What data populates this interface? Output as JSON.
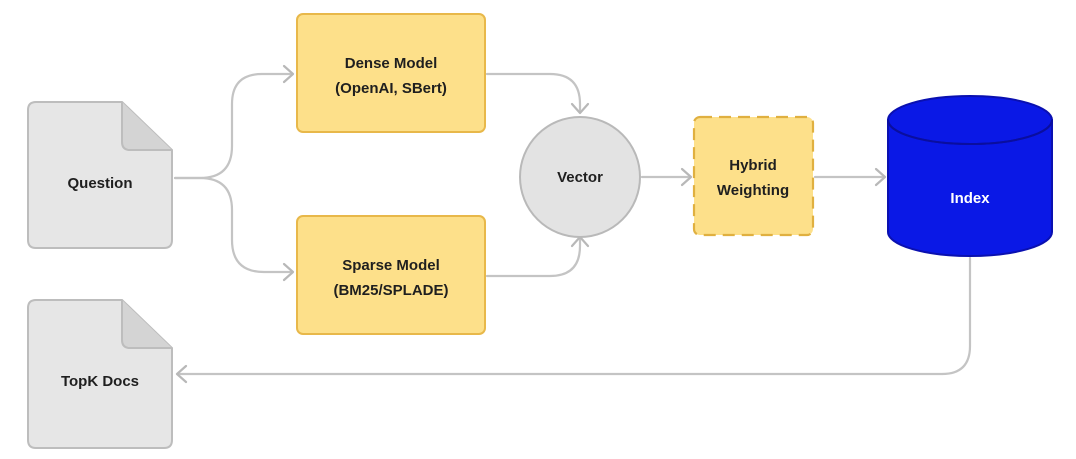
{
  "nodes": {
    "question": {
      "label": "Question"
    },
    "dense_model": {
      "line1": "Dense Model",
      "line2": "(OpenAI, SBert)"
    },
    "sparse_model": {
      "line1": "Sparse Model",
      "line2": "(BM25/SPLADE)"
    },
    "vector": {
      "label": "Vector"
    },
    "hybrid_weighting": {
      "line1": "Hybrid",
      "line2": "Weighting"
    },
    "index": {
      "label": "Index"
    },
    "topk_docs": {
      "label": "TopK Docs"
    }
  },
  "colors": {
    "document_fill": "#e6e6e6",
    "document_stroke": "#bdbdbd",
    "model_fill": "#fde08a",
    "model_stroke": "#e8b84a",
    "vector_fill": "#e3e3e3",
    "vector_stroke": "#b9b9b9",
    "index_fill": "#0a18e6",
    "index_stroke": "#0a10b0",
    "edge": "#c4c4c4"
  },
  "edges": [
    {
      "from": "question",
      "to": "dense_model"
    },
    {
      "from": "question",
      "to": "sparse_model"
    },
    {
      "from": "dense_model",
      "to": "vector"
    },
    {
      "from": "sparse_model",
      "to": "vector"
    },
    {
      "from": "vector",
      "to": "hybrid_weighting"
    },
    {
      "from": "hybrid_weighting",
      "to": "index"
    },
    {
      "from": "index",
      "to": "topk_docs"
    }
  ]
}
